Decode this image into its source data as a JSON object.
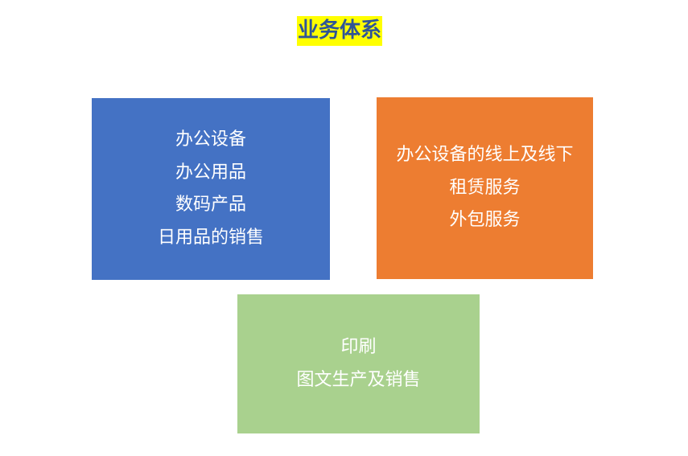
{
  "title": "业务体系",
  "boxes": {
    "blue": {
      "color": "#4472c4",
      "lines": [
        "办公设备",
        "办公用品",
        "数码产品",
        "日用品的销售"
      ]
    },
    "orange": {
      "color": "#ed7d31",
      "lines": [
        "办公设备的线上及线下",
        "租赁服务",
        "外包服务"
      ]
    },
    "green": {
      "color": "#a9d18e",
      "lines": [
        "印刷",
        "图文生产及销售"
      ]
    }
  },
  "colors": {
    "title_highlight": "#ffff00",
    "title_text": "#2f5597",
    "box_text": "#ffffff"
  }
}
